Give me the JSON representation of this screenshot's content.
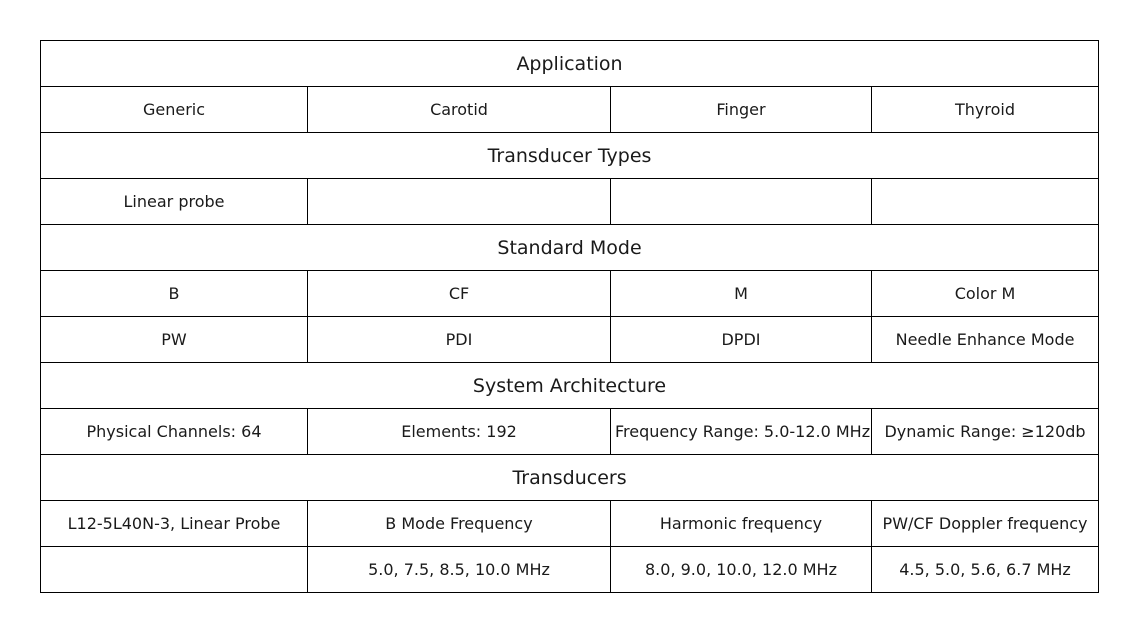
{
  "sections": {
    "application": {
      "title": "Application",
      "cells": [
        "Generic",
        "Carotid",
        "Finger",
        "Thyroid"
      ]
    },
    "transducer_types": {
      "title": "Transducer Types",
      "cells": [
        "Linear probe",
        "",
        "",
        ""
      ]
    },
    "standard_mode": {
      "title": "Standard Mode",
      "rows": [
        [
          "B",
          "CF",
          "M",
          "Color M"
        ],
        [
          "PW",
          "PDI",
          "DPDI",
          "Needle Enhance Mode"
        ]
      ]
    },
    "system_architecture": {
      "title": "System Architecture",
      "cells": [
        "Physical Channels: 64",
        "Elements: 192",
        "Frequency Range: 5.0-12.0 MHz",
        "Dynamic Range: ≥120db"
      ]
    },
    "transducers": {
      "title": "Transducers",
      "rows": [
        [
          "L12-5L40N-3, Linear Probe",
          "B Mode Frequency",
          "Harmonic frequency",
          "PW/CF Doppler frequency"
        ],
        [
          "",
          "5.0, 7.5, 8.5, 10.0 MHz",
          "8.0, 9.0, 10.0, 12.0 MHz",
          "4.5, 5.0, 5.6, 6.7 MHz"
        ]
      ]
    }
  }
}
